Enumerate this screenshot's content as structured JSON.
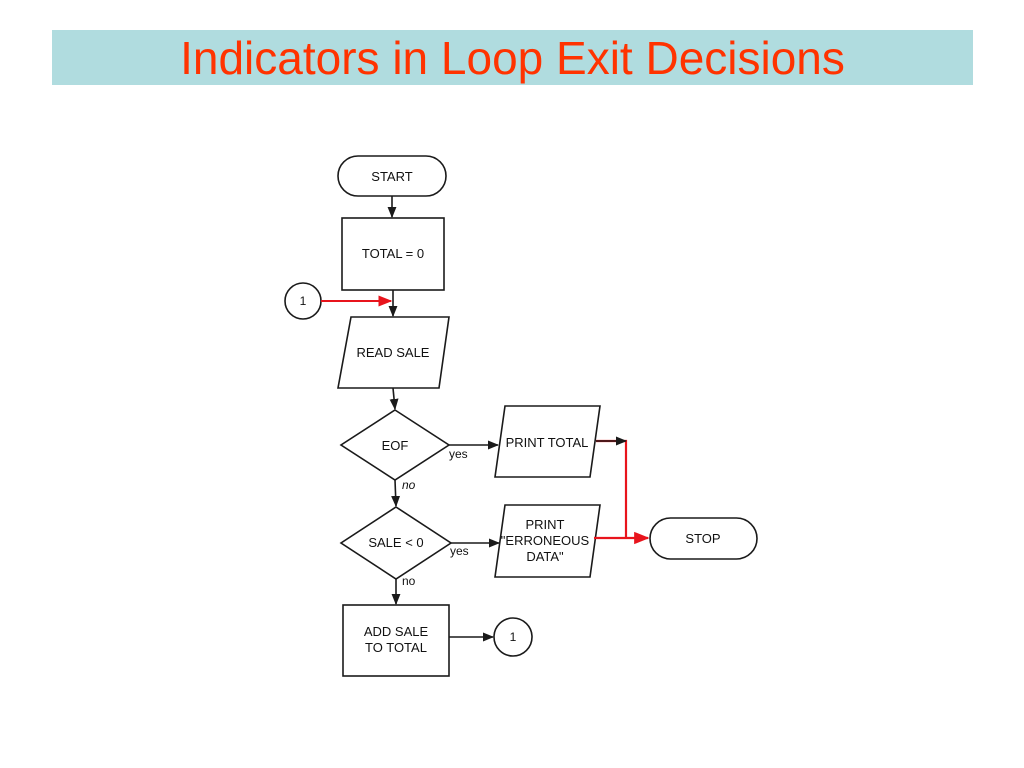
{
  "slide": {
    "title": "Indicators in Loop Exit Decisions"
  },
  "colors": {
    "title_bar_bg": "#b0dcdf",
    "title_text": "#ff3300",
    "line": "#1a1a1a",
    "highlight_line": "#e8141c"
  },
  "flowchart": {
    "nodes": {
      "start": "START",
      "total_init": "TOTAL = 0",
      "connector_in": "1",
      "read_sale": "READ SALE",
      "eof_decision": "EOF",
      "print_total": "PRINT TOTAL",
      "sale_decision": "SALE < 0",
      "print_error_line1": "PRINT",
      "print_error_line2": "\"ERRONEOUS",
      "print_error_line3": "DATA\"",
      "stop": "STOP",
      "add_sale_line1": "ADD SALE",
      "add_sale_line2": "TO TOTAL",
      "connector_out": "1"
    },
    "edge_labels": {
      "eof_yes": "yes",
      "eof_no": "no",
      "sale_yes": "yes",
      "sale_no": "no"
    }
  }
}
